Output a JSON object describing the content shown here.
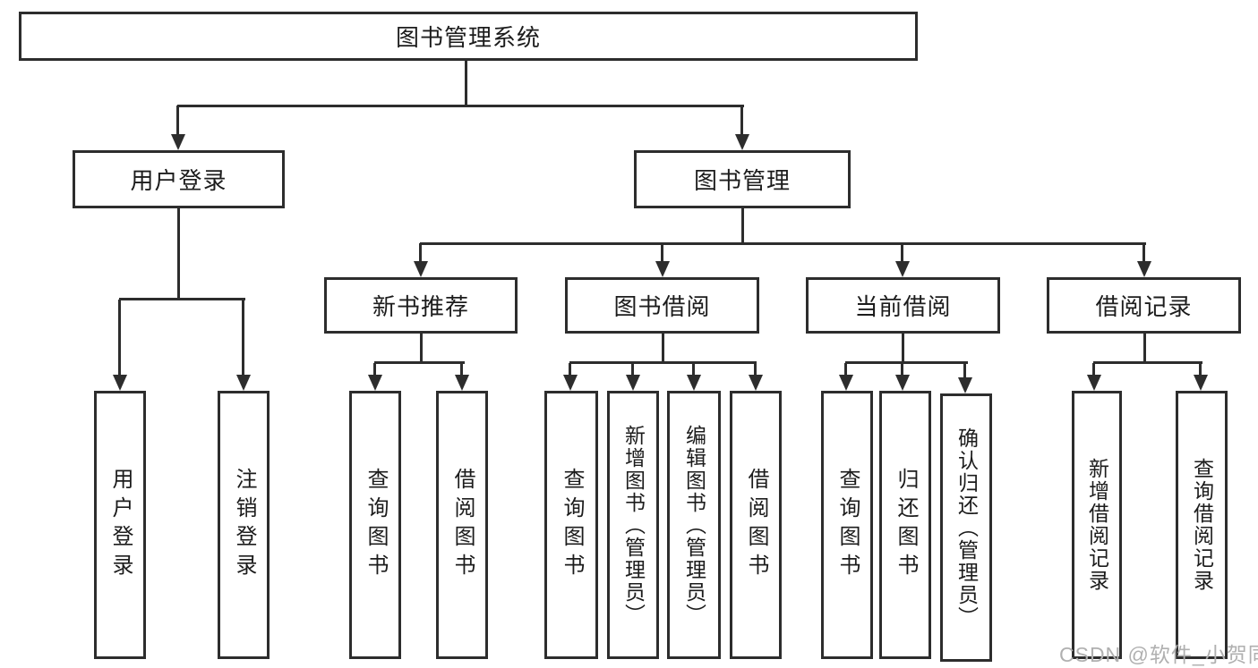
{
  "tree": {
    "root": {
      "label": "图书管理系统"
    },
    "level2": [
      {
        "label": "用户登录",
        "children_labels": [
          "用户登录",
          "注销登录"
        ]
      },
      {
        "label": "图书管理"
      }
    ],
    "level3": [
      {
        "label": "新书推荐",
        "children_labels": [
          "查询图书",
          "借阅图书"
        ]
      },
      {
        "label": "图书借阅",
        "children_labels": [
          "查询图书",
          "新增图书（管理员）",
          "编辑图书（管理员）",
          "借阅图书"
        ]
      },
      {
        "label": "当前借阅",
        "children_labels": [
          "查询图书",
          "归还图书",
          "确认归还（管理员）"
        ]
      },
      {
        "label": "借阅记录",
        "children_labels": [
          "新增借阅记录",
          "查询借阅记录"
        ]
      }
    ]
  },
  "colors": {
    "line": "#2d2d2d",
    "box_border": "#2d2d2d",
    "text": "#1c1c1c",
    "watermark": "#b0b0b0"
  },
  "watermark": "CSDN @软件_小贺同学"
}
